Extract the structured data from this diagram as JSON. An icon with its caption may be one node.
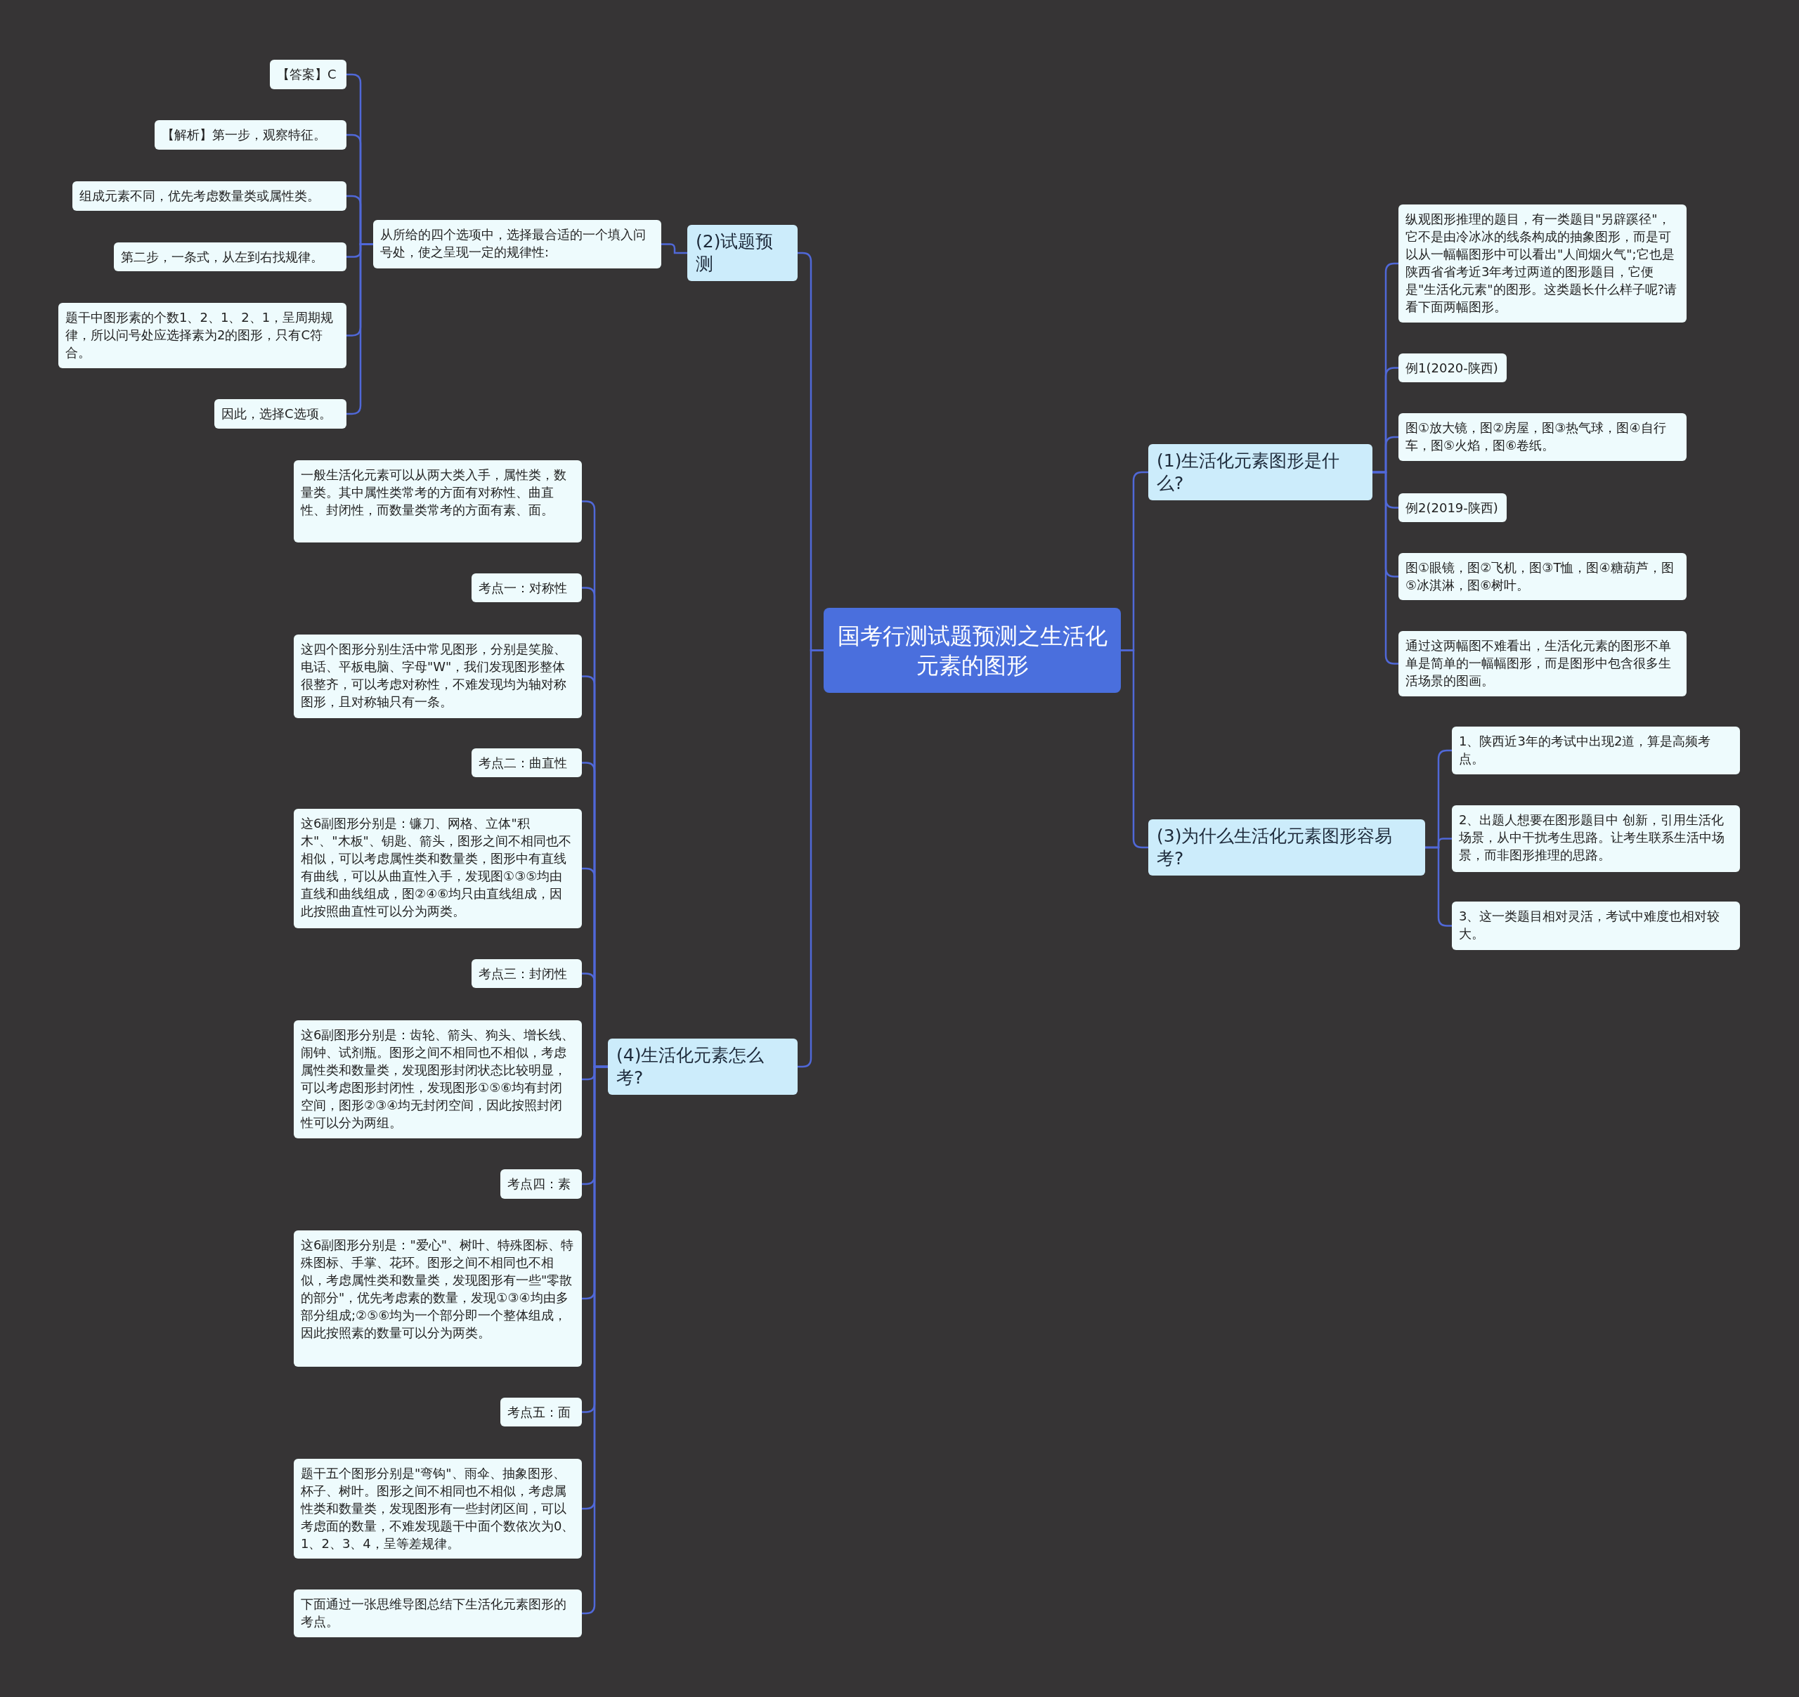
{
  "diagram": {
    "nodes": [
      {
        "text": [
          "国考行测试题预测之生活化元素的图形"
        ]
      },
      {
        "text": [
          "(1)生活化元素图形是什么?"
        ]
      },
      {
        "text": [
          "纵观图形推理的题目，有一类题目\"另辟蹊径\"，它不是由冷冰冰的线条构成的抽象图形，而是可以从一幅幅图形中可以看出\"人间烟火气\";它也是陕西省省考近3年考过两道的图形题目，它便是\"生活化元素\"的图形。这类题长什么样子呢?请看下面两幅图形。"
        ]
      },
      {
        "text": [
          "例1(2020-陕西)"
        ]
      },
      {
        "text": [
          "图①放大镜，图②房屋，图③热气球，图④自行车，图⑤火焰，图⑥卷纸。"
        ]
      },
      {
        "text": [
          "例2(2019-陕西)"
        ]
      },
      {
        "text": [
          "图①眼镜，图②飞机，图③T恤，图④糖葫芦，图⑤冰淇淋，图⑥树叶。"
        ]
      },
      {
        "text": [
          "通过这两幅图不难看出，生活化元素的图形不单单是简单的一幅幅图形，而是图形中包含很多生活场景的图画。"
        ]
      },
      {
        "text": [
          "(3)为什么生活化元素图形容易考?"
        ]
      },
      {
        "text": [
          "1、陕西近3年的考试中出现2道，算是高频考点。"
        ]
      },
      {
        "text": [
          "2、出题人想要在图形题目中 创新，引用生活化场景，从中干扰考生思路。让考生联系生活中场景，而非图形推理的思路。"
        ]
      },
      {
        "text": [
          "3、这一类题目相对灵活，考试中难度也相对较大。"
        ]
      },
      {
        "text": [
          "(2)试题预测"
        ]
      },
      {
        "text": [
          "从所给的四个选项中，选择最合适的一个填入问号处，使之呈现一定的规律性:"
        ]
      },
      {
        "text": [
          "【答案】C"
        ]
      },
      {
        "text": [
          "【解析】第一步，观察特征。"
        ]
      },
      {
        "text": [
          "组成元素不同，优先考虑数量类或属性类。"
        ]
      },
      {
        "text": [
          "第二步，一条式，从左到右找规律。"
        ]
      },
      {
        "text": [
          "题干中图形素的个数1、2、1、2、1，呈周期规律，所以问号处应选择素为2的图形，只有C符合。"
        ]
      },
      {
        "text": [
          "因此，选择C选项。"
        ]
      },
      {
        "text": [
          "(4)生活化元素怎么考?"
        ]
      },
      {
        "text": [
          "一般生活化元素可以从两大类入手，属性类，数量类。其中属性类常考的方面有对称性、曲直性、封闭性，而数量类常考的方面有素、面。"
        ]
      },
      {
        "text": [
          "考点一：对称性"
        ]
      },
      {
        "text": [
          "这四个图形分别生活中常见图形，分别是笑脸、电话、平板电脑、字母\"W\"，我们发现图形整体很整齐，可以考虑对称性，不难发现均为轴对称图形，且对称轴只有一条。"
        ]
      },
      {
        "text": [
          "考点二：曲直性"
        ]
      },
      {
        "text": [
          "这6副图形分别是：镰刀、网格、立体\"积木\"、\"木板\"、钥匙、箭头，图形之间不相同也不相似，可以考虑属性类和数量类，图形中有直线有曲线，可以从曲直性入手，发现图①③⑤均由直线和曲线组成，图②④⑥均只由直线组成，因此按照曲直性可以分为两类。"
        ]
      },
      {
        "text": [
          "考点三：封闭性"
        ]
      },
      {
        "text": [
          "这6副图形分别是：齿轮、箭头、狗头、增长线、闹钟、试剂瓶。图形之间不相同也不相似，考虑属性类和数量类，发现图形封闭状态比较明显，可以考虑图形封闭性，发现图形①⑤⑥均有封闭空间，图形②③④均无封闭空间，因此按照封闭性可以分为两组。"
        ]
      },
      {
        "text": [
          "考点四：素"
        ]
      },
      {
        "text": [
          "这6副图形分别是：\"爱心\"、树叶、特殊图标、特殊图标、手掌、花环。图形之间不相同也不相似，考虑属性类和数量类，发现图形有一些\"零散的部分\"，优先考虑素的数量，发现①③④均由多部分组成;②⑤⑥均为一个部分即一个整体组成，因此按照素的数量可以分为两类。"
        ]
      },
      {
        "text": [
          "考点五：面"
        ]
      },
      {
        "text": [
          "题干五个图形分别是\"弯钩\"、雨伞、抽象图形、杯子、树叶。图形之间不相同也不相似，考虑属性类和数量类，发现图形有一些封闭区间，可以考虑面的数量，不难发现题干中面个数依次为0、1、2、3、4，呈等差规律。"
        ]
      },
      {
        "text": [
          "下面通过一张思维导图总结下生活化元素图形的考点。"
        ]
      }
    ],
    "edges": [
      {
        "from": 0,
        "to": 1,
        "arrow": "none"
      },
      {
        "from": 0,
        "to": 8,
        "arrow": "none"
      },
      {
        "from": 0,
        "to": 12,
        "arrow": "none"
      },
      {
        "from": 0,
        "to": 20,
        "arrow": "none"
      },
      {
        "from": 1,
        "to": 2,
        "arrow": "none"
      },
      {
        "from": 1,
        "to": 3,
        "arrow": "none"
      },
      {
        "from": 1,
        "to": 4,
        "arrow": "none"
      },
      {
        "from": 1,
        "to": 5,
        "arrow": "none"
      },
      {
        "from": 1,
        "to": 6,
        "arrow": "none"
      },
      {
        "from": 1,
        "to": 7,
        "arrow": "none"
      },
      {
        "from": 8,
        "to": 9,
        "arrow": "none"
      },
      {
        "from": 8,
        "to": 10,
        "arrow": "none"
      },
      {
        "from": 8,
        "to": 11,
        "arrow": "none"
      },
      {
        "from": 12,
        "to": 13,
        "arrow": "none"
      },
      {
        "from": 13,
        "to": 14,
        "arrow": "none"
      },
      {
        "from": 13,
        "to": 15,
        "arrow": "none"
      },
      {
        "from": 13,
        "to": 16,
        "arrow": "none"
      },
      {
        "from": 13,
        "to": 17,
        "arrow": "none"
      },
      {
        "from": 13,
        "to": 18,
        "arrow": "none"
      },
      {
        "from": 13,
        "to": 19,
        "arrow": "none"
      },
      {
        "from": 20,
        "to": 21,
        "arrow": "none"
      },
      {
        "from": 20,
        "to": 22,
        "arrow": "none"
      },
      {
        "from": 20,
        "to": 23,
        "arrow": "none"
      },
      {
        "from": 20,
        "to": 24,
        "arrow": "none"
      },
      {
        "from": 20,
        "to": 25,
        "arrow": "none"
      },
      {
        "from": 20,
        "to": 26,
        "arrow": "none"
      },
      {
        "from": 20,
        "to": 27,
        "arrow": "none"
      },
      {
        "from": 20,
        "to": 28,
        "arrow": "none"
      },
      {
        "from": 20,
        "to": 29,
        "arrow": "none"
      },
      {
        "from": 20,
        "to": 30,
        "arrow": "none"
      },
      {
        "from": 20,
        "to": 31,
        "arrow": "none"
      },
      {
        "from": 20,
        "to": 32,
        "arrow": "none"
      }
    ]
  }
}
